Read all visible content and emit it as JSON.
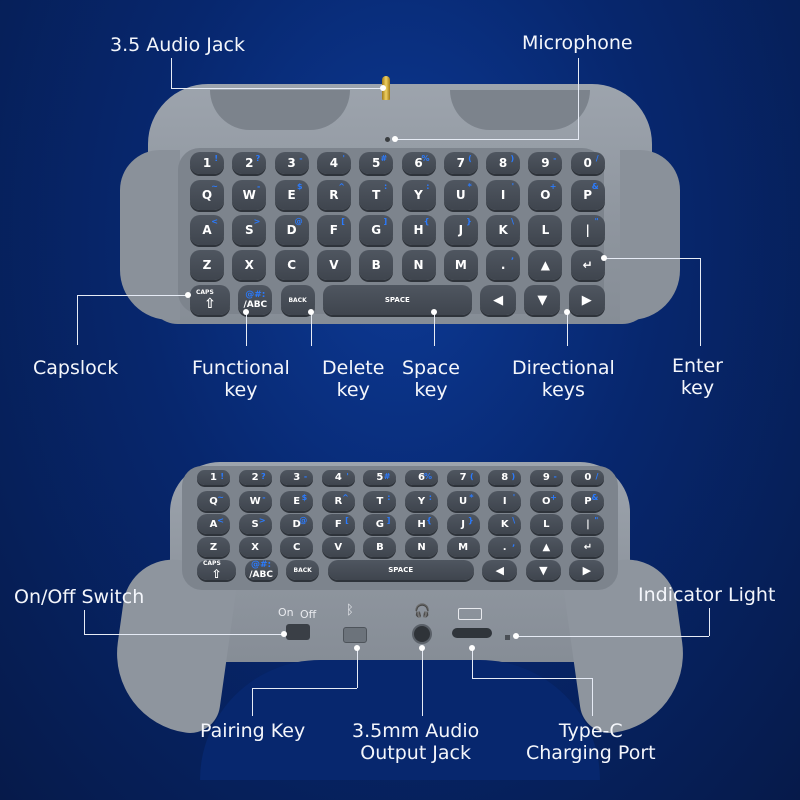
{
  "top_device": {
    "callouts": {
      "audio_jack": "3.5 Audio Jack",
      "microphone": "Microphone",
      "capslock": "Capslock",
      "functional_key": [
        "Functional",
        "key"
      ],
      "delete_key": [
        "Delete",
        "key"
      ],
      "space_key": [
        "Space",
        "key"
      ],
      "directional_keys": [
        "Directional",
        "keys"
      ],
      "enter_key": [
        "Enter",
        "key"
      ]
    }
  },
  "bottom_device": {
    "callouts": {
      "on_off_switch": "On/Off Switch",
      "indicator_light": "Indicator Light",
      "pairing_key": "Pairing Key",
      "audio_output_jack": [
        "3.5mm Audio",
        "Output Jack"
      ],
      "type_c_port": [
        "Type-C",
        "Charging Port"
      ]
    },
    "switch_labels": {
      "on": "On",
      "off": "Off"
    }
  },
  "keyboard": {
    "rows": [
      [
        {
          "k": "1",
          "s": "!"
        },
        {
          "k": "2",
          "s": "?"
        },
        {
          "k": "3",
          "s": "-"
        },
        {
          "k": "4",
          "s": "'"
        },
        {
          "k": "5",
          "s": "#"
        },
        {
          "k": "6",
          "s": "%"
        },
        {
          "k": "7",
          "s": "("
        },
        {
          "k": "8",
          "s": ")"
        },
        {
          "k": "9",
          "s": "-"
        },
        {
          "k": "0",
          "s": "/"
        }
      ],
      [
        {
          "k": "Q",
          "s": "~"
        },
        {
          "k": "W",
          "s": "-"
        },
        {
          "k": "E",
          "s": "$"
        },
        {
          "k": "R",
          "s": "^"
        },
        {
          "k": "T",
          "s": ":"
        },
        {
          "k": "Y",
          "s": ":"
        },
        {
          "k": "U",
          "s": "*"
        },
        {
          "k": "I",
          "s": "'"
        },
        {
          "k": "O",
          "s": "+"
        },
        {
          "k": "P",
          "s": "&"
        }
      ],
      [
        {
          "k": "A",
          "s": "<"
        },
        {
          "k": "S",
          "s": ">"
        },
        {
          "k": "D",
          "s": "@"
        },
        {
          "k": "F",
          "s": "["
        },
        {
          "k": "G",
          "s": "]"
        },
        {
          "k": "H",
          "s": "{"
        },
        {
          "k": "J",
          "s": "}"
        },
        {
          "k": "K",
          "s": "\\"
        },
        {
          "k": "L",
          "s": ""
        },
        {
          "k": "|",
          "s": "\""
        }
      ],
      [
        {
          "k": "Z",
          "s": ""
        },
        {
          "k": "X",
          "s": ""
        },
        {
          "k": "C",
          "s": ""
        },
        {
          "k": "V",
          "s": ""
        },
        {
          "k": "B",
          "s": ""
        },
        {
          "k": "N",
          "s": ""
        },
        {
          "k": "M",
          "s": ""
        },
        {
          "k": ".",
          "s": ","
        },
        {
          "k": "▲",
          "s": ""
        },
        {
          "k": "↵",
          "s": ""
        }
      ]
    ],
    "bottom_row": {
      "caps": {
        "top": "CAPS",
        "glyph": "⇧"
      },
      "fn": {
        "top": "@#:",
        "bottom": "/ABC"
      },
      "back": "BACK",
      "space": "SPACE",
      "arrows": [
        "◀",
        "▼",
        "▶"
      ]
    }
  },
  "colors": {
    "background": "#07276e",
    "device": "#959ca5",
    "key": "#474d56",
    "accent": "#2a7bff"
  }
}
